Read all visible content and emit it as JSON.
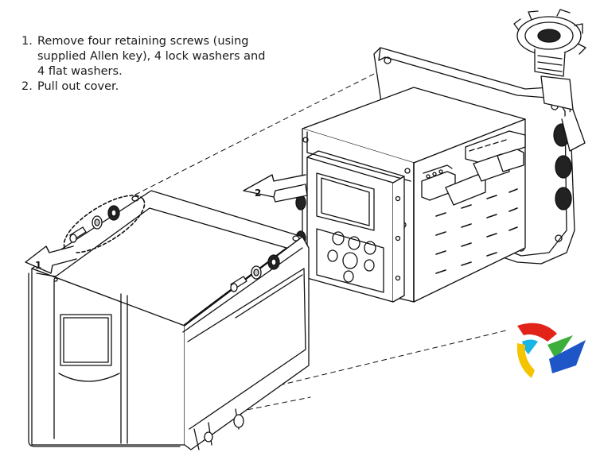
{
  "instructions": {
    "steps": [
      {
        "number": "1.",
        "text": "Remove four retaining screws (using supplied Allen key), 4 lock washers and 4 flat washers."
      },
      {
        "number": "2.",
        "text": "Pull out cover."
      }
    ]
  },
  "callouts": {
    "screws_label": "1",
    "cover_label": "2"
  },
  "colors": {
    "line": "#111111",
    "logo_red": "#e2231a",
    "logo_yellow": "#f5c400",
    "logo_green": "#3cae3c",
    "logo_blue": "#1e56c8",
    "logo_cyan": "#19b5e6"
  }
}
